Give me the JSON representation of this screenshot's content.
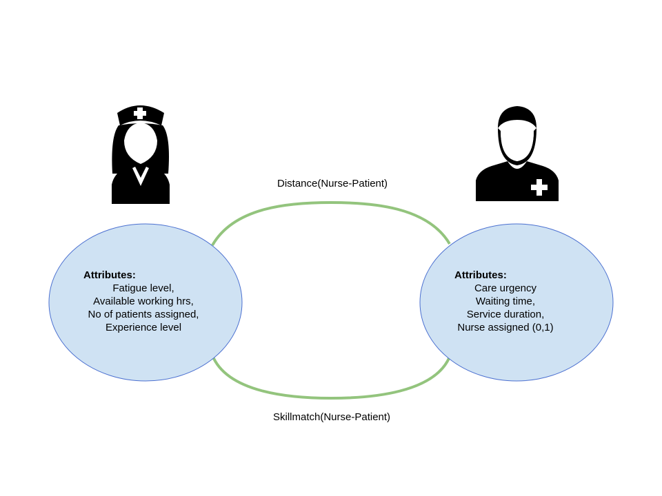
{
  "colors": {
    "node_fill": "#cfe2f3",
    "node_stroke": "#4a6fd0",
    "edge_stroke": "#93c47d",
    "icon_fill": "#000000",
    "icon_cross": "#ffffff"
  },
  "edges": {
    "top_label": "Distance(Nurse-Patient)",
    "bottom_label": "Skillmatch(Nurse-Patient)"
  },
  "nurse": {
    "icon": "nurse-icon",
    "heading": "Attributes:",
    "attributes": [
      "Fatigue level,",
      "Available working hrs,",
      "No of patients assigned,",
      "Experience level"
    ]
  },
  "patient": {
    "icon": "patient-icon",
    "heading": "Attributes:",
    "attributes": [
      "Care urgency",
      "Waiting time,",
      "Service duration,",
      "Nurse assigned (0,1)"
    ]
  }
}
